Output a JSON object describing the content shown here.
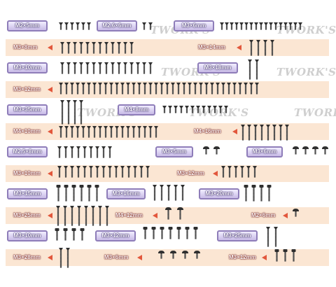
{
  "watermark": "TWORK'S",
  "groups": [
    {
      "label": "M2×5mm",
      "style": "purple",
      "count": 6,
      "length": "s",
      "head": "flat"
    },
    {
      "label": "M2.6×6mm",
      "style": "purple",
      "count": 2,
      "length": "s",
      "head": "flat"
    },
    {
      "label": "M3×6mm",
      "style": "purple",
      "count": 17,
      "length": "s",
      "head": "flat"
    },
    {
      "label": "M3×8mm",
      "style": "orange",
      "count": 12,
      "length": "m",
      "head": "flat"
    },
    {
      "label": "M3×14mm",
      "style": "orange",
      "count": 4,
      "length": "l",
      "head": "flat"
    },
    {
      "label": "M3×10mm",
      "style": "purple",
      "count": 15,
      "length": "m",
      "head": "flat"
    },
    {
      "label": "M3×18mm",
      "style": "purple",
      "count": 2,
      "length": "xl",
      "head": "flat"
    },
    {
      "label": "M3×12mm",
      "style": "orange",
      "count": 36,
      "length": "m",
      "head": "flat"
    },
    {
      "label": "M3×35mm",
      "style": "purple",
      "count": 4,
      "length": "xxl",
      "head": "flat"
    },
    {
      "label": "M4×8mm",
      "style": "purple",
      "count": 12,
      "length": "s",
      "head": "flat"
    },
    {
      "label": "M4×10mm",
      "style": "orange",
      "count": 18,
      "length": "m",
      "head": "flat"
    },
    {
      "label": "M4×16mm",
      "style": "orange",
      "count": 8,
      "length": "l",
      "head": "flat"
    },
    {
      "label": "M2.5×8mm",
      "style": "purple",
      "count": 9,
      "length": "m",
      "head": "flat"
    },
    {
      "label": "M3×5mm",
      "style": "purple",
      "count": 2,
      "length": "s",
      "head": "button"
    },
    {
      "label": "M3×6mm",
      "style": "purple",
      "count": 4,
      "length": "s",
      "head": "button"
    },
    {
      "label": "M3×10mm",
      "style": "orange",
      "count": 15,
      "length": "m",
      "head": "flat"
    },
    {
      "label": "M3×12mm",
      "style": "orange",
      "count": 6,
      "length": "m",
      "head": "flat"
    },
    {
      "label": "M3×15mm",
      "style": "purple",
      "count": 6,
      "length": "l",
      "head": "cap"
    },
    {
      "label": "M3×16mm",
      "style": "purple",
      "count": 5,
      "length": "l",
      "head": "flat"
    },
    {
      "label": "M3×20mm",
      "style": "purple",
      "count": 4,
      "length": "l",
      "head": "cap"
    },
    {
      "label": "M3×25mm",
      "style": "orange",
      "count": 8,
      "length": "xl",
      "head": "flat"
    },
    {
      "label": "M4×12mm",
      "style": "orange",
      "count": 2,
      "length": "m",
      "head": "button"
    },
    {
      "label": "M2×6mm",
      "style": "orange",
      "count": 1,
      "length": "s",
      "head": "button"
    },
    {
      "label": "M3×10mm",
      "style": "purple",
      "count": 4,
      "length": "m",
      "head": "cap"
    },
    {
      "label": "M3×12mm",
      "style": "purple",
      "count": 7,
      "length": "m",
      "head": "cap"
    },
    {
      "label": "M3×25mm",
      "style": "purple",
      "count": 2,
      "length": "xl",
      "head": "flat"
    },
    {
      "label": "M3×28mm",
      "style": "orange",
      "count": 2,
      "length": "xl",
      "head": "flat"
    },
    {
      "label": "M3×6mm",
      "style": "orange",
      "count": 4,
      "length": "s",
      "head": "button"
    },
    {
      "label": "M3×12mm",
      "style": "orange",
      "count": 3,
      "length": "m",
      "head": "cap"
    }
  ]
}
